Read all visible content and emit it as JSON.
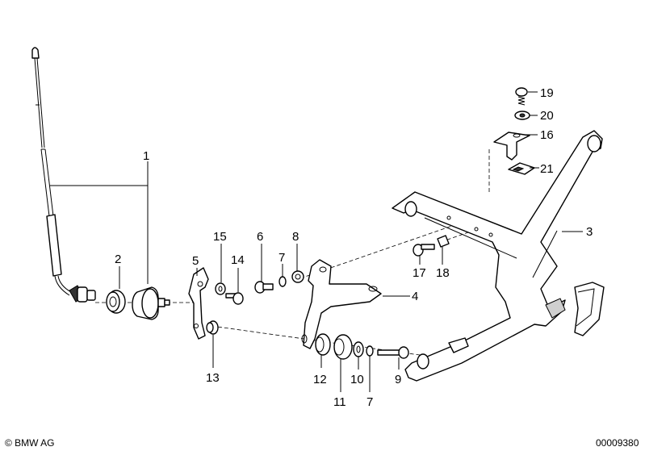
{
  "callouts": {
    "c1": "1",
    "c2": "2",
    "c3": "3",
    "c4": "4",
    "c5": "5",
    "c6": "6",
    "c7a": "7",
    "c7b": "7",
    "c8": "8",
    "c9": "9",
    "c10": "10",
    "c11": "11",
    "c12": "12",
    "c13": "13",
    "c14": "14",
    "c15": "15",
    "c16": "16",
    "c17": "17",
    "c18": "18",
    "c19": "19",
    "c20": "20",
    "c21": "21"
  },
  "footer": {
    "copyright": "© BMW AG",
    "diagram_number": "00009380"
  }
}
